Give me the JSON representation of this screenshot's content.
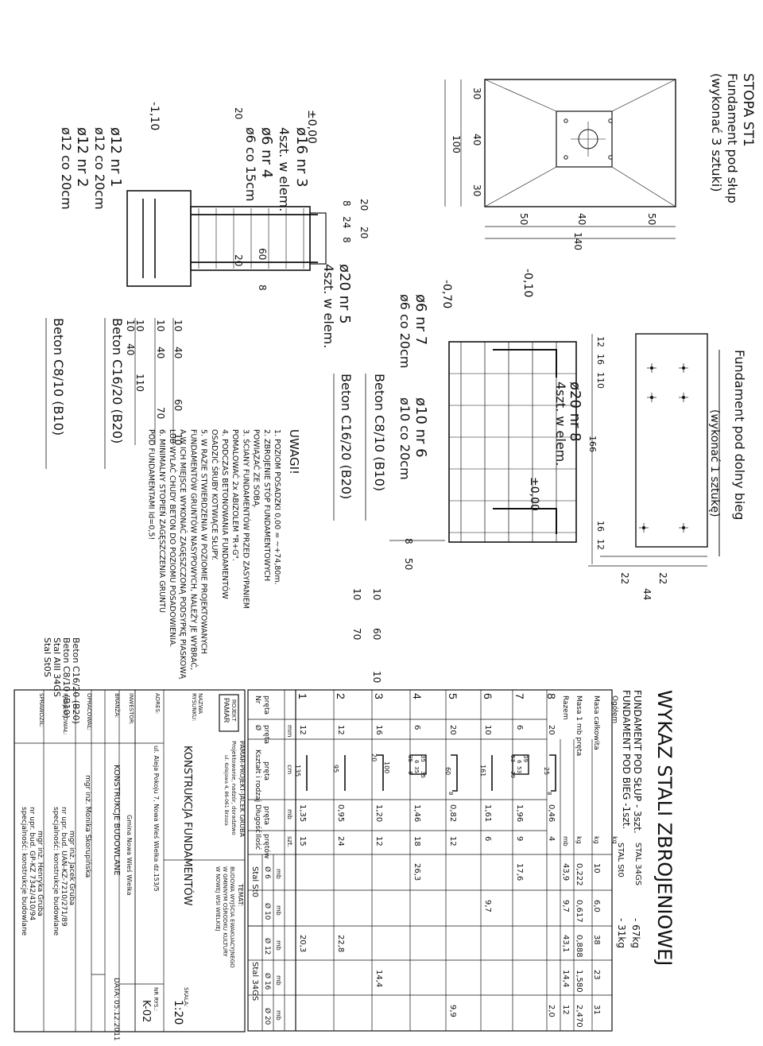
{
  "steel_list": {
    "title": "WYKAZ STALI ZBROJENIOWEJ",
    "line1": "FUNDAMENT POD SŁUP - 3szt.",
    "line2": "FUNDAMENT POD BIEG   -1szt.",
    "grade1": "STAL 34GS",
    "grade1_mass": "- 67kg",
    "grade2": "STAL St0",
    "grade2_mass": "- 31kg",
    "col_headers": [
      "Nr pręta",
      "Ø pręta",
      "Kształt i rodzaj pręta",
      "Długość pręta",
      "Ilość prętów"
    ],
    "units": [
      "mm",
      "cm",
      "mb",
      "szt."
    ],
    "group_st0": "Stal St0",
    "group_34gs": "Stal 34GS",
    "diam_headers": [
      "Ø 6",
      "Ø 10",
      "Ø 12",
      "Ø 16",
      "Ø 20"
    ],
    "diam_units": [
      "mb",
      "mb",
      "mb",
      "mb",
      "mb"
    ],
    "rows": [
      {
        "nr": "8",
        "d": "20",
        "dims": [
          "25",
          "8"
        ],
        "len": "0,46",
        "qty": "4",
        "sums": [
          "",
          "",
          "",
          "",
          "2,0"
        ]
      },
      {
        "nr": "7",
        "d": "6",
        "dims": [
          "53",
          "6",
          "39",
          "39",
          "53"
        ],
        "len": "1,96",
        "qty": "9",
        "sums": [
          "17,6",
          "",
          "",
          "",
          ""
        ]
      },
      {
        "nr": "6",
        "d": "10",
        "dims": [
          "161"
        ],
        "len": "1,61",
        "qty": "6",
        "sums": [
          "",
          "9,7",
          "",
          "",
          ""
        ]
      },
      {
        "nr": "5",
        "d": "20",
        "dims": [
          "60",
          "8"
        ],
        "len": "0,82",
        "qty": "12",
        "sums": [
          "",
          "",
          "",
          "",
          "9,9"
        ]
      },
      {
        "nr": "4",
        "d": "6",
        "dims": [
          "35",
          "6",
          "35",
          "6",
          "35",
          "35"
        ],
        "len": "1,46",
        "qty": "18",
        "sums": [
          "26,3",
          "",
          "",
          "",
          ""
        ]
      },
      {
        "nr": "3",
        "d": "16",
        "dims": [
          "20",
          "100"
        ],
        "len": "1,20",
        "qty": "12",
        "sums": [
          "",
          "",
          "",
          "14,4",
          ""
        ]
      },
      {
        "nr": "2",
        "d": "12",
        "dims": [
          "95"
        ],
        "len": "0,95",
        "qty": "24",
        "sums": [
          "",
          "",
          "22,8",
          "",
          ""
        ]
      },
      {
        "nr": "1",
        "d": "12",
        "dims": [
          "135"
        ],
        "len": "1,35",
        "qty": "15",
        "sums": [
          "",
          "",
          "20,3",
          "",
          ""
        ]
      }
    ],
    "summary_labels": [
      "Razem",
      "Masa 1 mb pręta",
      "Masa całkowita",
      "Ogółem"
    ],
    "summary_units": [
      "mb",
      "kg",
      "kg",
      "kg"
    ],
    "razem": [
      "43,9",
      "9,7",
      "43,1",
      "14,4",
      "12"
    ],
    "masa_mb": [
      "0,222",
      "0,617",
      "0,888",
      "1,580",
      "2,470"
    ],
    "masa_calk": [
      "10",
      "6,0",
      "38",
      "23",
      "31"
    ]
  },
  "notes": {
    "title": "UWAGI!",
    "lines": [
      "1. POZIOM POSADZKI 0,00 = ~+74,80m.",
      "2. ZBROJENIE STÓP FUNDAMENTOWYCH",
      "    POWIĄZAĆ ZE SOBĄ.",
      "3. ŚCIANY FUNDAMENTÓW PRZED ZASYPANIEM",
      "    POMALOWAĆ 2x ABIZOLEM \"R+G\".",
      "4. PODCZAS BETONOWANIA FUNDAMENTÓW",
      "    OSADZIĆ ŚRUBY KOTWIĄCE SŁUPY.",
      "5. W RAZIE STWIERDZENIA W POZIOMIE PROJEKTOWANYCH",
      "    FUNDAMENTÓW GRUNTÓW NASYPOWYCH, NALEŻY JE WYBRAĆ,",
      "    A W ICH MIEJSCE WYKONAĆ ZAGĘSZCZONĄ PODSYPKĘ PIASKOWĄ",
      "    LUB WYLAĆ CHUDY BETON DO POZIOMU POSADOWIENIA.",
      "6. MINIMALNY STOPIEŃ ZAGĘSZCZENIA GRUNTU",
      "    POD FUNDAMENTAMI Id=0,5!"
    ]
  },
  "materials": [
    "Beton C16/20 (B20)",
    "Beton C8/10 (B10)",
    "Stal AIII 34GS",
    "Stal St0S"
  ],
  "footing1": {
    "title": "STOPA ST1",
    "subtitle": "Fundament pod słup",
    "count": "(wykonać 3 sztuki)",
    "plan_dims_a": [
      "30",
      "40",
      "30"
    ],
    "plan_total_a": "100",
    "plan_dims_b": [
      "50",
      "40",
      "50"
    ],
    "plan_total_b": "140",
    "levels": [
      "±0,00",
      "-1,10"
    ],
    "bars": [
      "ø16 nr 3",
      "4szt. w elem.",
      "ø6 nr 4",
      "ø6 co 15cm",
      "ø12 nr 1",
      "ø12 co 20cm",
      "ø12 nr 2",
      "ø12 co 20cm",
      "ø20 nr 5",
      "4szt. w elem."
    ],
    "sec_top": [
      "20",
      "20"
    ],
    "sec_top2": [
      "8",
      "24",
      "8"
    ],
    "sec_h": [
      "60",
      "8"
    ],
    "sec_side": [
      "20",
      "20"
    ],
    "sec_w1": [
      "10",
      "40",
      "60",
      "10"
    ],
    "sec_w2": [
      "10",
      "40",
      "70"
    ],
    "sec_w3": [
      "10",
      "110"
    ],
    "concrete": [
      "Beton C16/20 (B20)",
      "Beton C8/10 (B10)"
    ]
  },
  "footing2": {
    "title": "Fundament pod dolny bieg",
    "count": "(wykonać 1 sztukę)",
    "levels": [
      "-0,10",
      "-0,70",
      "±0,00"
    ],
    "bars": [
      "ø6 nr 7",
      "ø6 co 20cm",
      "ø10 nr 6",
      "ø10 co 20cm",
      "ø20 nr 8",
      "4szt. w elem."
    ],
    "top_dims": [
      "12",
      "16",
      "110"
    ],
    "right_dims": [
      "16",
      "12"
    ],
    "long_dim": "166",
    "plan_w": [
      "22",
      "22"
    ],
    "plan_total": "44",
    "sec_h": [
      "50",
      "8"
    ],
    "sec_w1": [
      "10",
      "60",
      "10"
    ],
    "sec_w2": [
      "10",
      "70"
    ],
    "concrete": [
      "Beton C8/10 (B10)",
      "Beton C16/20 (B20)"
    ]
  },
  "title_block": {
    "company": "PAMAR-PROJEKT-JACEK GRUBA",
    "company2": "Projektowanie, nadzór, doradztwo",
    "company3": "ul. Kolejowa 4, 86-061 Brzoza",
    "logo": "PAMAR PROJEKT",
    "topic_label": "TEMAT:",
    "topic": [
      "BUDOWA WYJŚCIA EWAKUACYJNEGO",
      "W GMINNYM OŚRODKU KULTURY",
      "W NOWEJ WSI WIELKIEJ"
    ],
    "name_label": "NAZWA RYSUNKU:",
    "name": "KONSTRUKCJA FUNDAMENTÓW",
    "scale_label": "SKALA:",
    "scale": "1:20",
    "address_label": "ADRES:",
    "address": "ul. Aleja Pokoju 7, Nowa Wieś Wielka dz.153/5",
    "drawing_no_label": "NR RYS.:",
    "drawing_no": "K-02",
    "investor_label": "INWESTOR:",
    "investor": "Gmina Nowa Wieś Wielka",
    "branch_label": "BRANŻA:",
    "branch": "KONSTRUKCJE BUDOWLANE",
    "date_label": "DATA:",
    "date": "05.12.2011",
    "author_label": "OPRACOWAŁ:",
    "author": "mgr inż. Monika Skorupińska",
    "designer_label": "PROJEKTOWAŁ:",
    "designer": [
      "mgr inż. Jacek Gruba",
      "nr upr. bud. UAN-KZ-7210/271/89",
      "specjalność: konstrukcje budowlane"
    ],
    "checker_label": "SPRAWDZIŁ:",
    "checker": [
      "mgr inż. Henryka Gruba",
      "nr upr. bud. GP-KZ 7342/410/94",
      "specjalność: konstrukcje budowlane"
    ]
  }
}
